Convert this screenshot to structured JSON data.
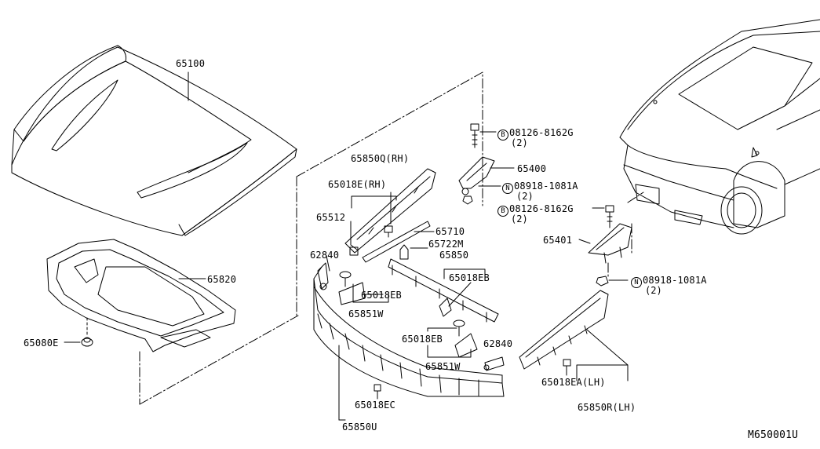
{
  "diagram_id": "M650001U",
  "parts": {
    "hood": "65100",
    "hood_insulator": "65820",
    "clip_65080e": "65080E",
    "seal_rh": "65850Q(RH)",
    "clip_rh": "65018E(RH)",
    "p65512": "65512",
    "p65710": "65710",
    "p65722m": "65722M",
    "p62840_left": "62840",
    "p62840_right": "62840",
    "p65850": "65850",
    "clip_eb_1": "65018EB",
    "clip_eb_2": "65018EB",
    "clip_eb_3": "65018EB",
    "bracket_851w_1": "65851W",
    "bracket_851w_2": "65851W",
    "clip_ec": "65018EC",
    "seal_u": "65850U",
    "hinge_rh": "65400",
    "hinge_lh": "65401",
    "bolt_1_code": "B",
    "bolt_1": "08126-8162G",
    "bolt_1_qty": "(2)",
    "nut_1_code": "N",
    "nut_1": "08918-1081A",
    "nut_1_qty": "(2)",
    "bolt_2_code": "B",
    "bolt_2": "08126-8162G",
    "bolt_2_qty": "(2)",
    "nut_2_code": "N",
    "nut_2": "08918-1081A",
    "nut_2_qty": "(2)",
    "clip_lh": "65018EA(LH)",
    "seal_lh": "65850R(LH)"
  }
}
